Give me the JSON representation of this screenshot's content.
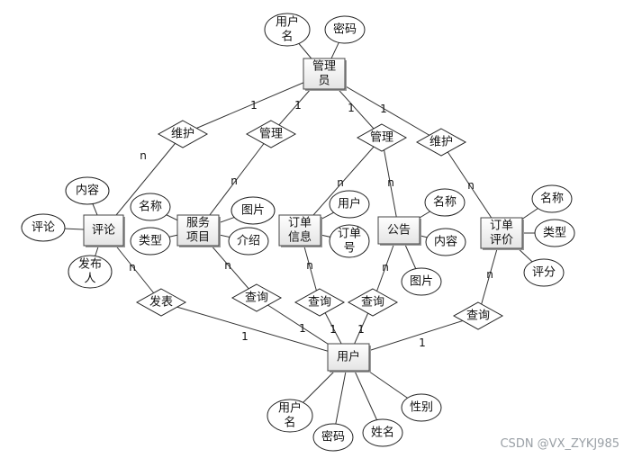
{
  "entities": {
    "admin": [
      "管理",
      "员"
    ],
    "comment": [
      "评论"
    ],
    "service": [
      "服务",
      "项目"
    ],
    "order": [
      "订单",
      "信息"
    ],
    "notice": [
      "公告"
    ],
    "review": [
      "订单",
      "评价"
    ],
    "user": [
      "用户"
    ]
  },
  "relationships": {
    "r1": [
      "维护"
    ],
    "r2": [
      "管理"
    ],
    "r3": [
      "管理"
    ],
    "r4": [
      "维护"
    ],
    "r5": [
      "发表"
    ],
    "r6": [
      "查询"
    ],
    "r7": [
      "查询"
    ],
    "r8": [
      "查询"
    ],
    "r9": [
      "查询"
    ]
  },
  "attributes": {
    "admin_username": [
      "用户",
      "名"
    ],
    "admin_password": [
      "密码"
    ],
    "comment_content": [
      "内容"
    ],
    "comment_text": [
      "评论"
    ],
    "comment_publisher": [
      "发布",
      "人"
    ],
    "service_name": [
      "名称"
    ],
    "service_type": [
      "类型"
    ],
    "service_image": [
      "图片"
    ],
    "service_intro": [
      "介绍"
    ],
    "order_user": [
      "用户"
    ],
    "order_no": [
      "订单",
      "号"
    ],
    "notice_title": [
      "名称"
    ],
    "notice_content": [
      "内容"
    ],
    "notice_image": [
      "图片"
    ],
    "review_name": [
      "名称"
    ],
    "review_type": [
      "类型"
    ],
    "review_score": [
      "评分"
    ],
    "user_username": [
      "用户",
      "名"
    ],
    "user_password": [
      "密码"
    ],
    "user_name": [
      "姓名"
    ],
    "user_gender": [
      "性别"
    ]
  },
  "cardinalities": {
    "c1": "1",
    "c2": "1",
    "c3": "1",
    "c4": "1",
    "c5": "n",
    "c6": "n",
    "c7": "n",
    "c8": "n",
    "c9": "n",
    "c10": "n",
    "c11": "n",
    "c12": "n",
    "c13": "n",
    "c14": "n",
    "c15": "1",
    "c16": "1",
    "c17": "1",
    "c18": "1",
    "c19": "1"
  },
  "watermark": "CSDN @VX_ZYKJ985"
}
